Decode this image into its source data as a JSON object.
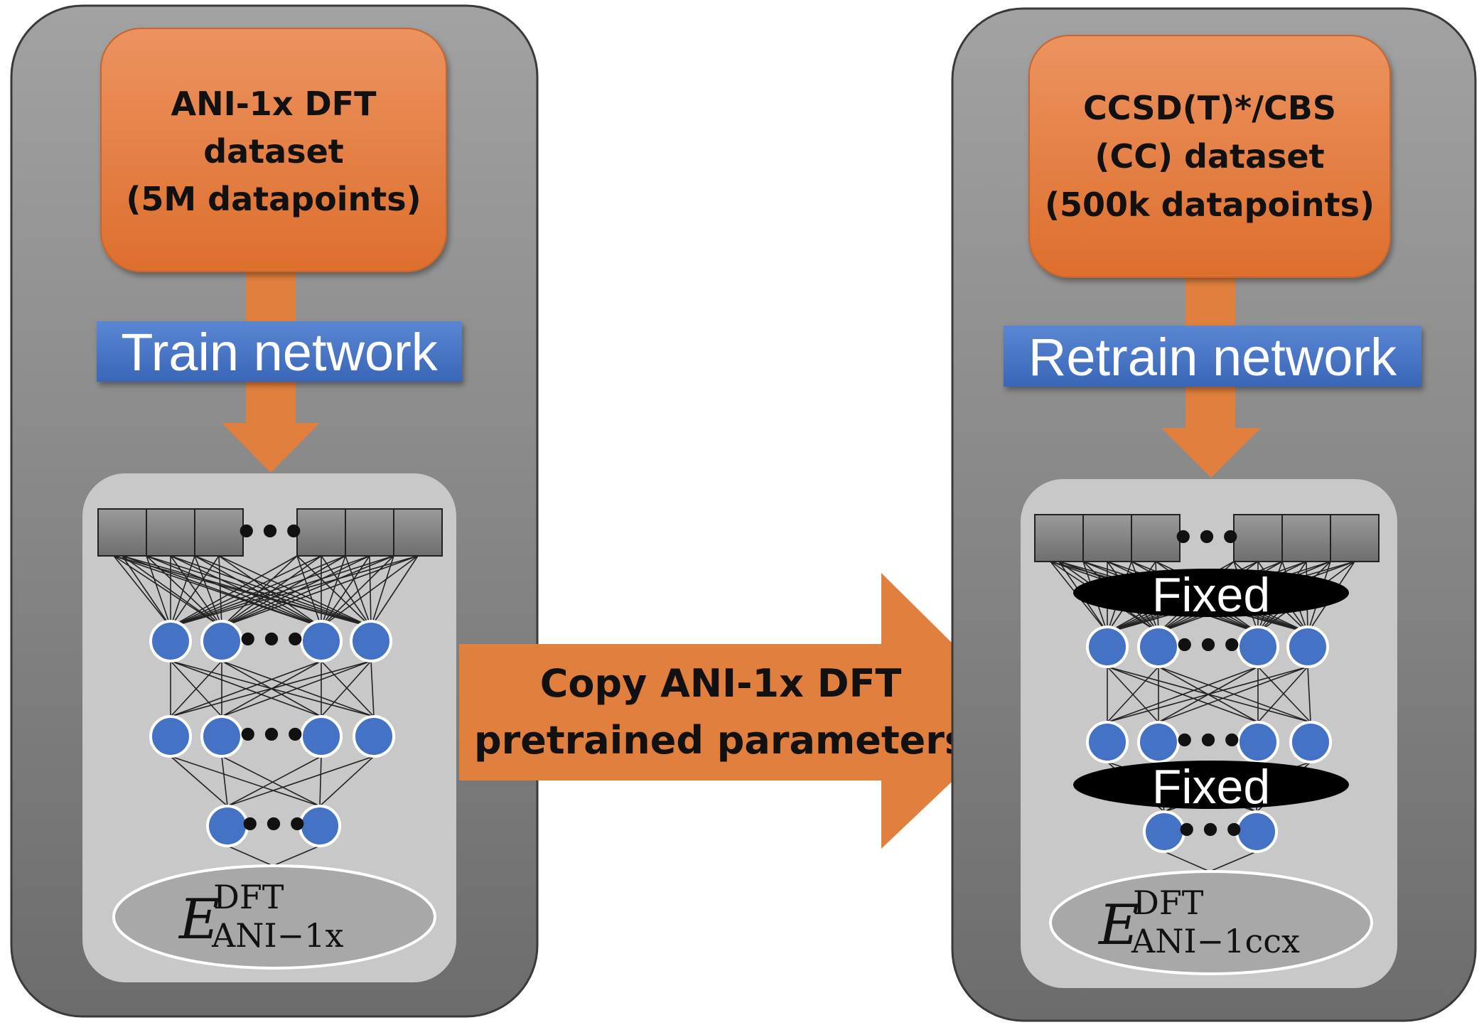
{
  "left_panel": {
    "dataset_lines": [
      "ANI-1x DFT",
      "dataset",
      "(5M datapoints)"
    ],
    "train_label": "Train network",
    "energy_symbol": "E",
    "energy_superscript": "DFT",
    "energy_subscript": "ANI−1x"
  },
  "right_panel": {
    "dataset_lines": [
      "CCSD(T)*/CBS",
      "(CC) dataset",
      "(500k datapoints)"
    ],
    "train_label": "Retrain network",
    "fixed_label_1": "Fixed",
    "fixed_label_2": "Fixed",
    "energy_symbol": "E",
    "energy_superscript": "DFT",
    "energy_subscript": "ANI−1ccx"
  },
  "center_arrow": {
    "lines": [
      "Copy ANI-1x DFT",
      "pretrained parameters"
    ]
  },
  "ellipsis": "•••",
  "colors": {
    "panel_dark": "#6e6e6e",
    "panel_light": "#a8a8a8",
    "dataset_orange": "#e37e3f",
    "arrow_orange": "#e07f3e",
    "train_blue": "#4472c4",
    "node_blue": "#4472c4",
    "inner_panel": "#c9c9c9",
    "input_box": "#7f7f7f",
    "fixed_black": "#000000"
  }
}
